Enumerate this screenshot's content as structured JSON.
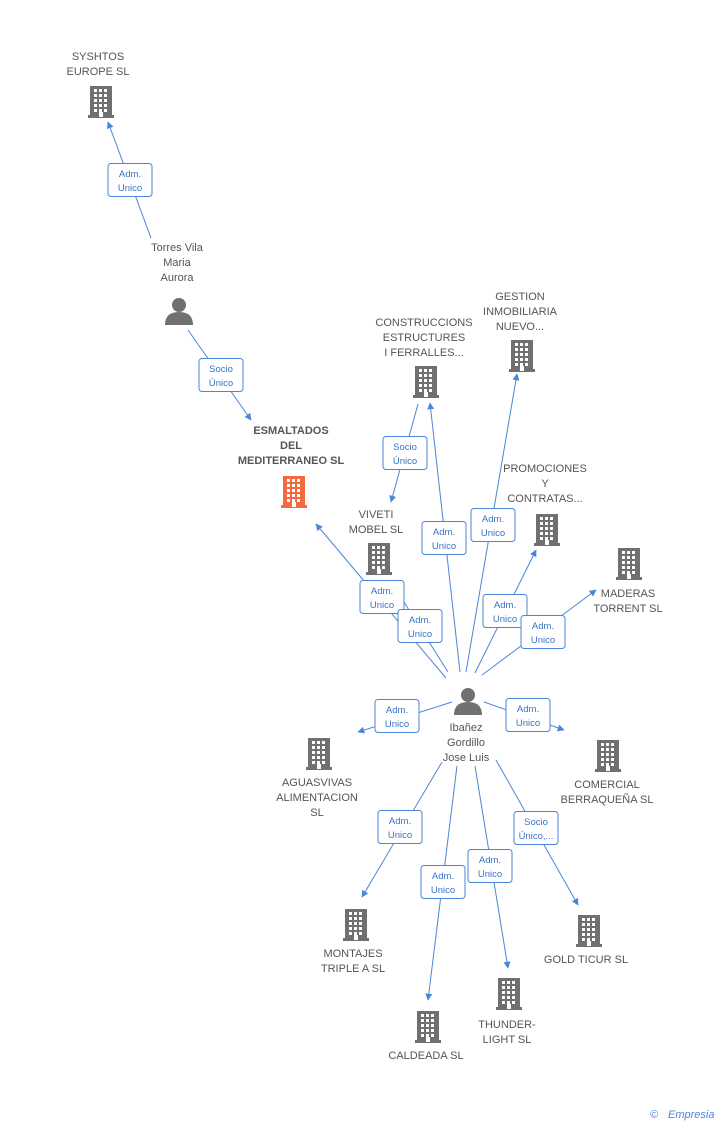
{
  "colors": {
    "edge": "#4a86d8",
    "company": "#707070",
    "company_focus": "#f26a3d",
    "person": "#707070",
    "badge_text": "#3a72c4",
    "label": "#555555"
  },
  "nodes": [
    {
      "id": "syshtos",
      "kind": "company",
      "lines": [
        "SYSHTOS",
        "EUROPE SL"
      ]
    },
    {
      "id": "torres",
      "kind": "person",
      "lines": [
        "Torres Vila",
        "Maria",
        "Aurora"
      ]
    },
    {
      "id": "esmaltados",
      "kind": "company-focus",
      "lines": [
        "ESMALTADOS",
        "DEL",
        "MEDITERRANEO SL"
      ]
    },
    {
      "id": "construcciones",
      "kind": "company",
      "lines": [
        "CONSTRUCCIONS",
        "ESTRUCTURES",
        "I FERRALLES..."
      ]
    },
    {
      "id": "gestion",
      "kind": "company",
      "lines": [
        "GESTION",
        "INMOBILIARIA",
        "NUEVO..."
      ]
    },
    {
      "id": "promociones",
      "kind": "company",
      "lines": [
        "PROMOCIONES",
        "Y",
        "CONTRATAS..."
      ]
    },
    {
      "id": "viveti",
      "kind": "company",
      "lines": [
        "VIVETI",
        "MOBEL SL"
      ]
    },
    {
      "id": "maderas",
      "kind": "company",
      "lines": [
        "MADERAS",
        "TORRENT SL"
      ]
    },
    {
      "id": "ibanez",
      "kind": "person",
      "lines": [
        "Ibañez",
        "Gordillo",
        "Jose Luis"
      ]
    },
    {
      "id": "aguasvivas",
      "kind": "company",
      "lines": [
        "AGUASVIVAS",
        "ALIMENTACION",
        "SL"
      ]
    },
    {
      "id": "comercial",
      "kind": "company",
      "lines": [
        "COMERCIAL",
        "BERRAQUEÑA SL"
      ]
    },
    {
      "id": "montajes",
      "kind": "company",
      "lines": [
        "MONTAJES",
        "TRIPLE A SL"
      ]
    },
    {
      "id": "gold",
      "kind": "company",
      "lines": [
        "GOLD TICUR SL"
      ]
    },
    {
      "id": "thunder",
      "kind": "company",
      "lines": [
        "THUNDER-",
        "LIGHT SL"
      ]
    },
    {
      "id": "caldeada",
      "kind": "company",
      "lines": [
        "CALDEADA SL"
      ]
    }
  ],
  "edges": [
    {
      "id": "e-syshtos",
      "from": "torres",
      "to": "syshtos",
      "label": [
        "Adm.",
        "Unico"
      ]
    },
    {
      "id": "e-esmaltados-torres",
      "from": "torres",
      "to": "esmaltados",
      "label": [
        "Socio",
        "Único"
      ]
    },
    {
      "id": "e-viveti-construcciones",
      "from": "construcciones",
      "to": "viveti",
      "label": [
        "Socio",
        "Único"
      ]
    },
    {
      "id": "e-esmaltados-ibanez",
      "from": "ibanez",
      "to": "esmaltados",
      "label": [
        "Adm.",
        "Unico"
      ]
    },
    {
      "id": "e-viveti-ibanez",
      "from": "ibanez",
      "to": "viveti",
      "label": [
        "Adm.",
        "Unico"
      ]
    },
    {
      "id": "e-construcciones",
      "from": "ibanez",
      "to": "construcciones",
      "label": [
        "Adm.",
        "Unico"
      ]
    },
    {
      "id": "e-gestion",
      "from": "ibanez",
      "to": "gestion",
      "label": [
        "Adm.",
        "Unico"
      ]
    },
    {
      "id": "e-promociones",
      "from": "ibanez",
      "to": "promociones",
      "label": [
        "Adm.",
        "Unico"
      ]
    },
    {
      "id": "e-maderas",
      "from": "ibanez",
      "to": "maderas",
      "label": [
        "Adm.",
        "Unico"
      ]
    },
    {
      "id": "e-aguasvivas",
      "from": "ibanez",
      "to": "aguasvivas",
      "label": [
        "Adm.",
        "Unico"
      ]
    },
    {
      "id": "e-comercial",
      "from": "ibanez",
      "to": "comercial",
      "label": [
        "Adm.",
        "Unico"
      ]
    },
    {
      "id": "e-montajes",
      "from": "ibanez",
      "to": "montajes",
      "label": [
        "Adm.",
        "Unico"
      ]
    },
    {
      "id": "e-caldeada",
      "from": "ibanez",
      "to": "caldeada",
      "label": [
        "Adm.",
        "Unico"
      ]
    },
    {
      "id": "e-thunder",
      "from": "ibanez",
      "to": "thunder",
      "label": [
        "Adm.",
        "Unico"
      ]
    },
    {
      "id": "e-gold",
      "from": "ibanez",
      "to": "gold",
      "label": [
        "Socio",
        "Único,..."
      ]
    }
  ],
  "footer": {
    "copyright": "©",
    "brand": "Empresia"
  }
}
